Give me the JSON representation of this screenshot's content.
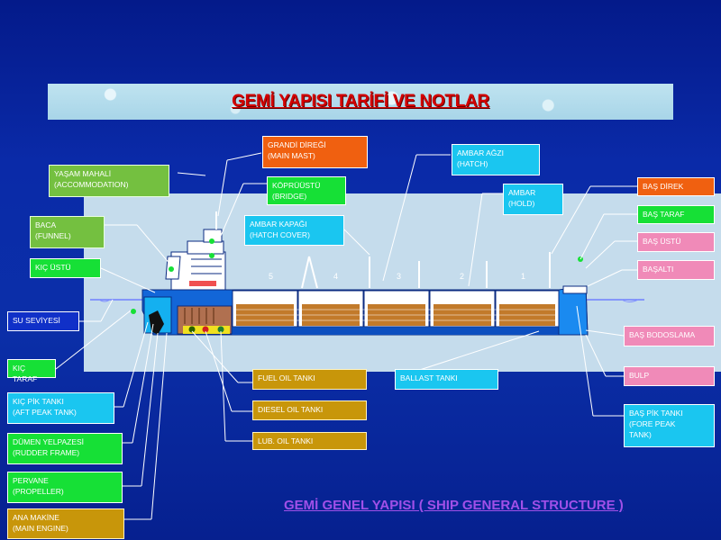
{
  "title": "GEMİ YAPISI TARİFİ VE NOTLAR",
  "caption": "GEMİ GENEL YAPISI ( SHIP GENERAL STRUCTURE )",
  "hold_numbers": [
    "5",
    "4",
    "3",
    "2",
    "1"
  ],
  "labels": {
    "grandi_direk": "GRANDİ DİREĞİ\n(MAIN MAST)",
    "yasam_mahali": "YAŞAM MAHALİ\n(ACCOMMODATION)",
    "kopruustu": "KÖPRÜÜSTÜ\n(BRIDGE)",
    "ambar_agzi": "AMBAR AĞZI\n(HATCH)",
    "ambar": "AMBAR\n(HOLD)",
    "bas_direk": "BAŞ DİREK",
    "ambar_kapagi": "AMBAR KAPAĞI\n(HATCH COVER)",
    "baca": "BACA\n(FUNNEL)",
    "bas_taraf": "BAŞ TARAF",
    "bas_ustu": "BAŞ ÜSTÜ",
    "kic_ustu": "KIÇ ÜSTÜ",
    "basalti": "BAŞALTI",
    "su_seviyesi": "SU SEVİYESİ",
    "bas_bodoslama": "BAŞ BODOSLAMA",
    "kic_taraf": "KIÇ TARAF",
    "fuel_oil": "FUEL OIL TANKI",
    "ballast": "BALLAST TANKI",
    "bulp": "BULP",
    "kic_pik": "KIÇ PİK TANKI\n(AFT PEAK TANK)",
    "diesel_oil": "DIESEL OIL TANKI",
    "bas_pik": "BAŞ PİK TANKI\n(FORE PEAK\nTANK)",
    "lub_oil": "LUB. OIL TANKI",
    "dumen": "DÜMEN YELPAZESİ\n(RUDDER FRAME)",
    "pervane": "PERVANE\n(PROPELLER)",
    "ana_makine": "ANA MAKİNE\n(MAIN ENGINE)"
  }
}
